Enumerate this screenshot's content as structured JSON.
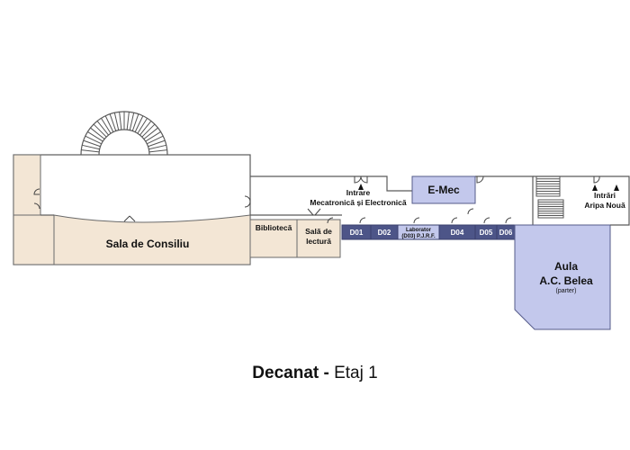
{
  "rooms": {
    "sala_consiliu": "Sala de Consiliu",
    "biblioteca": "Bibliotecă",
    "sala_lectura_1": "Sală de",
    "sala_lectura_2": "lectură",
    "emec": "E-Mec",
    "aula_1": "Aula",
    "aula_2": "A.C. Belea",
    "aula_3": "(parter)",
    "laborator_1": "Laborator",
    "laborator_2": "(D03) P.J.R.F.",
    "d01": "D01",
    "d02": "D02",
    "d04": "D04",
    "d05": "D05",
    "d06": "D06"
  },
  "entrances": {
    "mec_1": "Intrare",
    "mec_2": "Mecatronică și Electronică",
    "new_1": "Intrări",
    "new_2": "Aripa Nouă"
  },
  "footer": {
    "title": "Decanat -",
    "subtitle": " Etaj 1"
  },
  "colors": {
    "beige": "#f3e6d5",
    "lavender": "#c3c8ec",
    "corridor": "#4d5588"
  }
}
